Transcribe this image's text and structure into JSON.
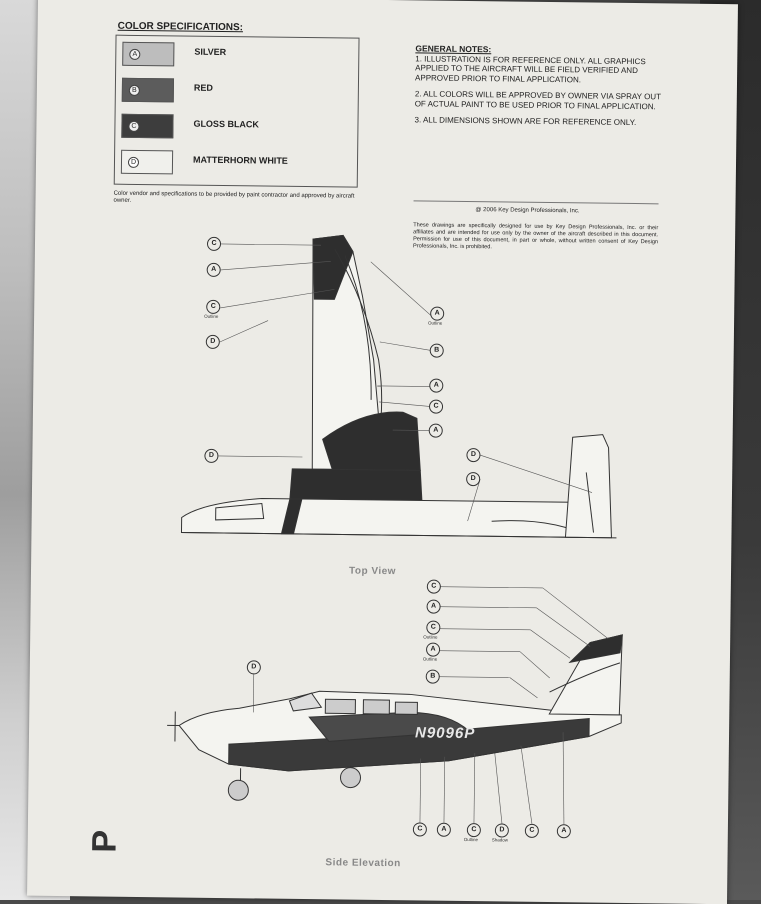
{
  "color_spec": {
    "title": "COLOR SPECIFICATIONS:",
    "items": [
      {
        "letter": "A",
        "name": "SILVER",
        "color": "#bdbdbd"
      },
      {
        "letter": "B",
        "name": "RED",
        "color": "#5c5c5c"
      },
      {
        "letter": "C",
        "name": "GLOSS BLACK",
        "color": "#3d3d3d"
      },
      {
        "letter": "D",
        "name": "MATTERHORN WHITE",
        "color": "#f0f0ec"
      }
    ],
    "note": "Color vendor and specifications to be provided by paint contractor and approved by aircraft owner."
  },
  "general_notes": {
    "title": "GENERAL NOTES:",
    "items": [
      "1. ILLUSTRATION IS FOR REFERENCE ONLY. ALL GRAPHICS APPLIED TO THE AIRCRAFT WILL BE FIELD VERIFIED AND APPROVED PRIOR TO FINAL APPLICATION.",
      "2. ALL COLORS WILL BE APPROVED BY OWNER VIA SPRAY OUT OF ACTUAL PAINT TO BE USED PRIOR TO FINAL APPLICATION.",
      "3. ALL DIMENSIONS SHOWN ARE FOR REFERENCE ONLY."
    ]
  },
  "copyright": "@ 2006 Key Design Professionals, Inc.",
  "disclaimer": "These drawings are specifically designed for use by Key Design Professionals, Inc. or their affiliates and are intended for use only by the owner of the aircraft described in this document. Permission for use of this document, in part or whole, without written consent of Key Design Professionals, Inc. is prohibited.",
  "top_view": {
    "label": "Top View",
    "callouts_left": [
      "C",
      "A",
      "C",
      "D",
      "D"
    ],
    "callouts_right": [
      "A",
      "B",
      "A",
      "C",
      "A"
    ],
    "callouts_tail": [
      "D",
      "D"
    ],
    "sub_outline": "Outline"
  },
  "side_view": {
    "label": "Side Elevation",
    "registration": "N9096P",
    "callouts_upper": [
      "C",
      "A",
      "C",
      "A",
      "B"
    ],
    "callout_d": "D",
    "callouts_bottom": [
      "C",
      "A",
      "C",
      "D",
      "C",
      "A"
    ],
    "sub_outline": "Outline",
    "sub_shadow": "Shadow"
  },
  "logo_fragment": "P"
}
